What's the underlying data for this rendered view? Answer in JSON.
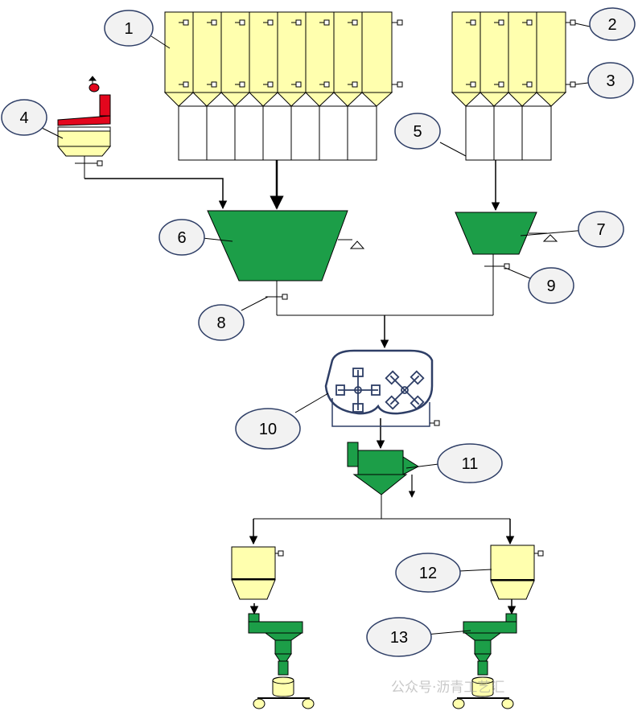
{
  "colors": {
    "silo_fill": "#FFFFAE",
    "vessel_green": "#1C9E48",
    "heater_red": "#E3061D",
    "line": "#000000",
    "mixer_outline": "#2E3E66",
    "callout_fill": "#F2F2F2"
  },
  "callouts": [
    "1",
    "2",
    "3",
    "4",
    "5",
    "6",
    "7",
    "8",
    "9",
    "10",
    "11",
    "12",
    "13"
  ],
  "watermark": "公众号·沥青工艺汇"
}
